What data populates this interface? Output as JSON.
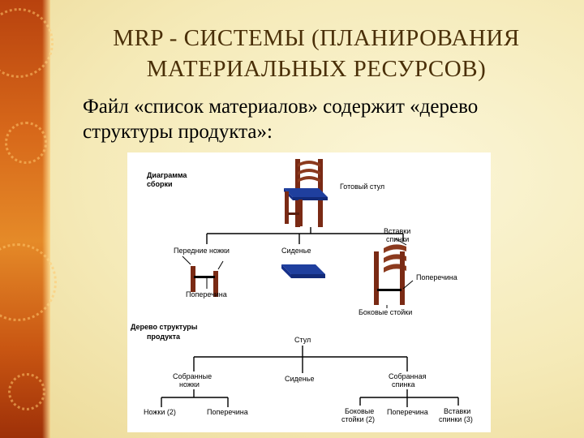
{
  "slide": {
    "title_line1": "MRP - СИСТЕМЫ (ПЛАНИРОВАНИЯ",
    "title_line2": "МАТЕРИАЛЬНЫХ РЕСУРСОВ)",
    "text_line1": "Файл «список материалов» содержит «дерево",
    "text_line2": "структуры продукта»:"
  },
  "assembly": {
    "heading_line1": "Диаграмма",
    "heading_line2": "сборки",
    "finished_chair": "Готовый стул",
    "front_legs": "Передние ножки",
    "seat": "Сиденье",
    "back_inserts_line1": "Вставки",
    "back_inserts_line2": "спинки",
    "crossbar_front": "Поперечина",
    "crossbar_back": "Поперечина",
    "side_posts": "Боковые стойки"
  },
  "tree": {
    "heading_line1": "Дерево структуры",
    "heading_line2": "продукта",
    "root": "Стул",
    "assembled_legs_line1": "Собранные",
    "assembled_legs_line2": "ножки",
    "seat": "Сиденье",
    "assembled_back_line1": "Собранная",
    "assembled_back_line2": "спинка",
    "legs": "Ножки (2)",
    "crossbar_legs": "Поперечина",
    "side_posts_line1": "Боковые",
    "side_posts_line2": "стойки (2)",
    "crossbar_back": "Поперечина",
    "inserts_line1": "Вставки",
    "inserts_line2": "спинки (3)"
  },
  "colors": {
    "accent": "#d7681a",
    "title": "#4a2f08",
    "wood": "#7a2a14",
    "seat": "#1f3f9e"
  }
}
